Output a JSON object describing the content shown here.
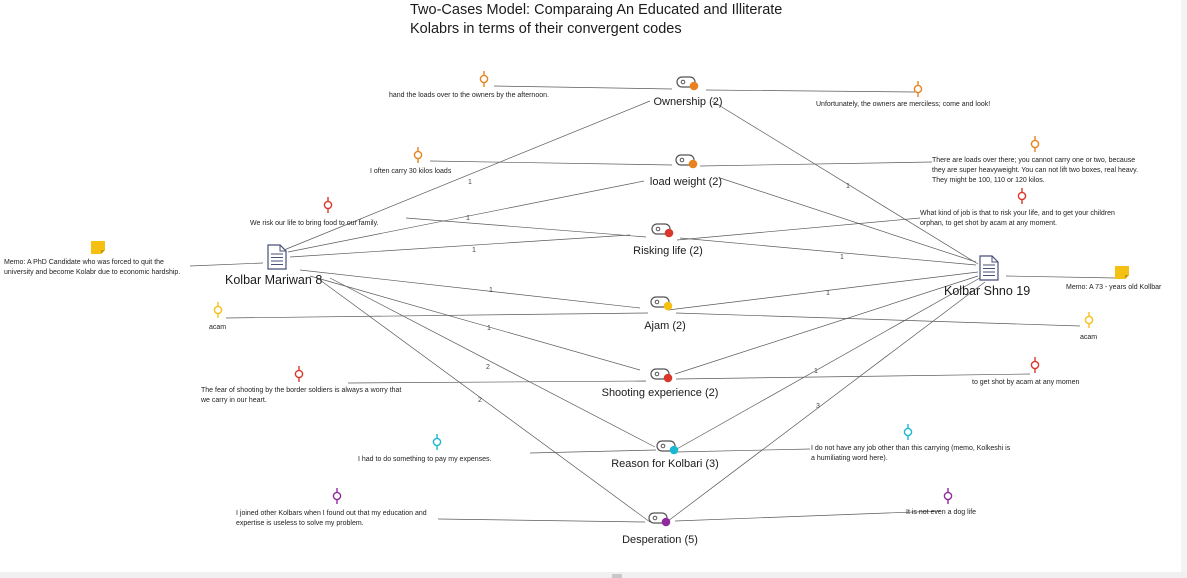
{
  "title": {
    "line1": "Two-Cases Model: Comparaing An Educated and Illiterate",
    "line2": "Kolabrs in terms of their convergent codes"
  },
  "documents": {
    "left": {
      "label": "Kolbar Mariwan 8",
      "icon": "document-icon"
    },
    "right": {
      "label": "Kolbar Shno 19",
      "icon": "document-icon"
    }
  },
  "memos": {
    "left": {
      "text": "Memo: A PhD Candidate who was forced to quit the university and become Kolabr due to economic hardship.",
      "color": "#f6c012",
      "icon": "memo-note-icon"
    },
    "right": {
      "text": "Memo: A 73 - years old Kollbar",
      "color": "#f6c012",
      "icon": "memo-note-icon"
    }
  },
  "codes": [
    {
      "label": "Ownership (2)",
      "color": "#e8821f",
      "icon": "code-tag-icon"
    },
    {
      "label": "load weight (2)",
      "color": "#e8821f",
      "icon": "code-tag-icon"
    },
    {
      "label": "Risking life (2)",
      "color": "#d9372b",
      "icon": "code-tag-icon"
    },
    {
      "label": "Ajam (2)",
      "color": "#f6c012",
      "icon": "code-tag-icon"
    },
    {
      "label": "Shooting experience (2)",
      "color": "#d9372b",
      "icon": "code-tag-icon"
    },
    {
      "label": "Reason for Kolbari (3)",
      "color": "#1ab8d0",
      "icon": "code-tag-icon"
    },
    {
      "label": "Desperation (5)",
      "color": "#8e2a9c",
      "icon": "code-tag-icon"
    }
  ],
  "quotations": [
    {
      "text": "hand the loads over to the owners by the afternoon.",
      "color": "#e8821f"
    },
    {
      "text": "Unfortunately, the owners are merciless; come and look!",
      "color": "#e8821f"
    },
    {
      "text": "I often carry 30 kilos loads",
      "color": "#e8821f"
    },
    {
      "text": "There are loads over there; you cannot carry one or two, because they are super heavyweight. You can not lift two boxes, real heavy. They might be 100, 110 or 120 kilos.",
      "color": "#e8821f"
    },
    {
      "text": "We risk our life to bring food to our family.",
      "color": "#d9372b"
    },
    {
      "text": "What kind of job is that to risk your life, and to get your children orphan, to get shot by acam at any moment.",
      "color": "#d9372b"
    },
    {
      "text": "acam",
      "color": "#f6c012"
    },
    {
      "text": "acam",
      "color": "#f6c012"
    },
    {
      "text": "The fear of shooting by the border soldiers is always a worry that we carry in our heart.",
      "color": "#d9372b"
    },
    {
      "text": "to get shot by acam at any momen",
      "color": "#d9372b"
    },
    {
      "text": "I had to do something to pay my expenses.",
      "color": "#1ab8d0"
    },
    {
      "text": "I do not have any job other than this carrying (memo, Kolkeshi is a humiliating word here).",
      "color": "#1ab8d0"
    },
    {
      "text": "I joined other Kolbars when I found out that my education and expertise is useless to solve my problem.",
      "color": "#8e2a9c"
    },
    {
      "text": "It is not even a dog life",
      "color": "#8e2a9c"
    }
  ],
  "edge_labels": [
    "1",
    "1",
    "1",
    "1",
    "1",
    "2",
    "2",
    "1",
    "1",
    "1",
    "1",
    "3"
  ]
}
